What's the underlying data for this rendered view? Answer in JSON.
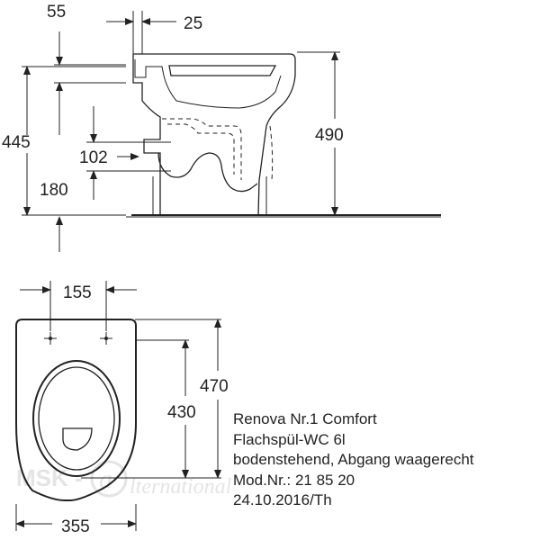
{
  "dimensions": {
    "side": {
      "top_outlet_offset": "55",
      "seat_offset": "25",
      "outlet_height": "445",
      "outlet_distance": "102",
      "outlet_floor_height": "180",
      "total_height": "490"
    },
    "top": {
      "hinge_spacing": "155",
      "inner_length": "430",
      "total_length": "470",
      "width": "355"
    }
  },
  "product": {
    "name": "Renova Nr.1 Comfort",
    "type": "Flachspül-WC 6l",
    "mounting": "bodenstehend, Abgang waagerecht",
    "model": "Mod.Nr.: 21 85 20",
    "date": "24.10.2016/Th"
  },
  "watermark": {
    "brand_text": "MSK international"
  },
  "colors": {
    "line": "#222222",
    "watermark": "#d0d0d0"
  }
}
